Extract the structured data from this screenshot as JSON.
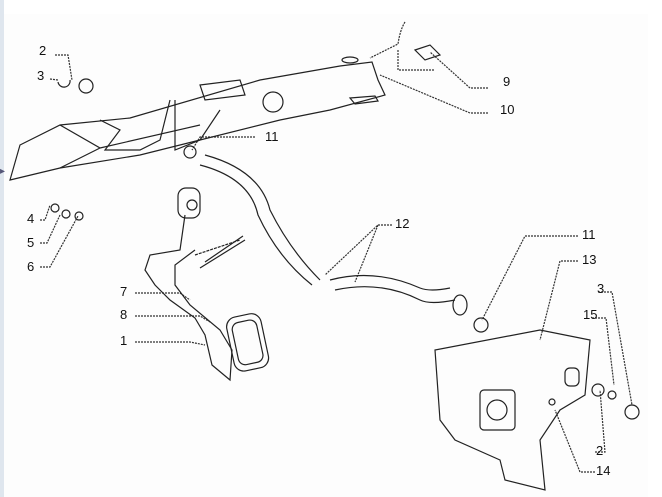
{
  "diagram": {
    "callouts": [
      {
        "id": "c2a",
        "text": "2"
      },
      {
        "id": "c3a",
        "text": "3"
      },
      {
        "id": "c9",
        "text": "9"
      },
      {
        "id": "c10",
        "text": "10"
      },
      {
        "id": "c11a",
        "text": "11"
      },
      {
        "id": "c4",
        "text": "4"
      },
      {
        "id": "c5",
        "text": "5"
      },
      {
        "id": "c6",
        "text": "6"
      },
      {
        "id": "c12",
        "text": "12"
      },
      {
        "id": "c11b",
        "text": "11"
      },
      {
        "id": "c13",
        "text": "13"
      },
      {
        "id": "c7",
        "text": "7"
      },
      {
        "id": "c8",
        "text": "8"
      },
      {
        "id": "c1",
        "text": "1"
      },
      {
        "id": "c3b",
        "text": "3"
      },
      {
        "id": "c15",
        "text": "15"
      },
      {
        "id": "c2b",
        "text": "2"
      },
      {
        "id": "c14",
        "text": "14"
      }
    ]
  }
}
